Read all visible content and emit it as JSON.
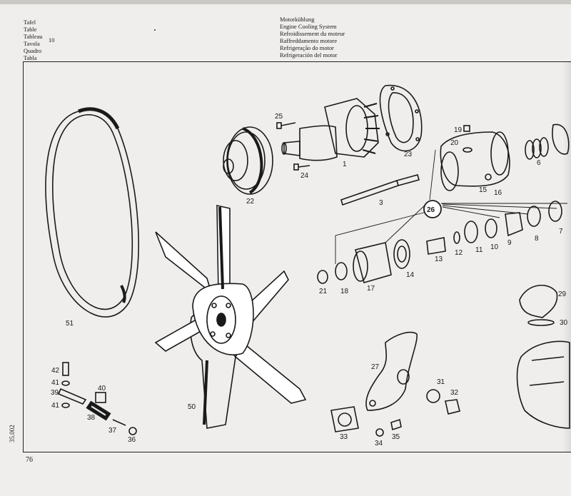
{
  "header": {
    "left_lines": [
      "Tafel",
      "Table",
      "Tableau",
      "Tavola",
      "Quadro",
      "Tabla"
    ],
    "plate_number": "10",
    "right_lines": [
      "Motorkühlung",
      "Engine Cooling System",
      "Refroidissement du moteur",
      "Raffreddamento motore",
      "Refrigeração do motor",
      "Refrigeración del motor"
    ]
  },
  "side_code": "35.002",
  "page_number": "76",
  "callouts": [
    "1",
    "3",
    "6",
    "7",
    "8",
    "9",
    "10",
    "11",
    "12",
    "13",
    "14",
    "15",
    "16",
    "17",
    "18",
    "19",
    "20",
    "21",
    "22",
    "23",
    "24",
    "25",
    "26",
    "27",
    "29",
    "30",
    "31",
    "32",
    "33",
    "34",
    "35",
    "36",
    "37",
    "38",
    "39",
    "40",
    "41",
    "41",
    "42",
    "50",
    "51"
  ],
  "parts": [
    "drive-belt",
    "fan",
    "water-pump-pulley",
    "water-pump-body",
    "water-pump-gasket",
    "pump-shaft",
    "pump-cover",
    "thermostat",
    "thermostat-housing",
    "water-outlet-elbow"
  ]
}
